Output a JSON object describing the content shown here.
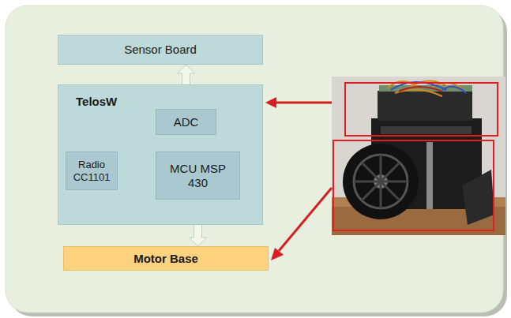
{
  "diagram": {
    "nodes": [
      {
        "text": [
          "Sensor Board"
        ]
      },
      {
        "text": [
          "TelosW"
        ]
      },
      {
        "text": [
          "ADC"
        ],
        "in": 1
      },
      {
        "text": [
          "Radio CC1101"
        ],
        "in": 1
      },
      {
        "text": [
          "MCU MSP 430"
        ],
        "in": 1
      },
      {
        "text": [
          "Motor Base"
        ]
      }
    ],
    "edges": [
      {
        "from": 0,
        "to": 2,
        "arrow": "both"
      },
      {
        "from": 2,
        "to": 4,
        "arrow": "both"
      },
      {
        "from": 3,
        "to": 4,
        "arrow": "both"
      },
      {
        "from": 4,
        "to": 5,
        "arrow": "to"
      }
    ]
  }
}
